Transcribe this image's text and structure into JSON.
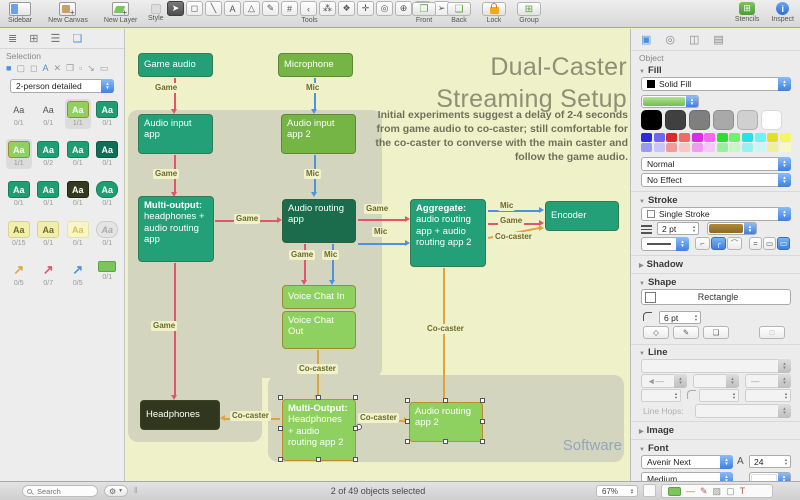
{
  "toolbar": {
    "labels": {
      "sidebar": "Sidebar",
      "new_canvas": "New Canvas",
      "new_layer": "New Layer",
      "style": "Style",
      "tools": "Tools",
      "front": "Front",
      "back": "Back",
      "lock": "Lock",
      "group": "Group",
      "stencils": "Stencils",
      "inspect": "Inspect"
    },
    "tools": [
      {
        "name": "selection-tool",
        "glyph": "➤"
      },
      {
        "name": "shape-tool",
        "glyph": "◻"
      },
      {
        "name": "line-tool",
        "glyph": "╲"
      },
      {
        "name": "text-tool",
        "glyph": "A"
      },
      {
        "name": "pen-tool",
        "glyph": "△"
      },
      {
        "name": "stamp-tool",
        "glyph": "✎"
      },
      {
        "name": "artboard-tool",
        "glyph": "#"
      },
      {
        "name": "outline-tool",
        "glyph": "‹"
      },
      {
        "name": "diagram-tool",
        "glyph": "⁂"
      },
      {
        "name": "style-brush-tool",
        "glyph": "❖"
      },
      {
        "name": "drag-tool",
        "glyph": "✛"
      },
      {
        "name": "magnet-tool",
        "glyph": "◎"
      },
      {
        "name": "zoom-tool",
        "glyph": "⊕"
      },
      {
        "name": "hand-tool",
        "glyph": "✽"
      },
      {
        "name": "browse-tool",
        "glyph": "➢"
      }
    ]
  },
  "sidebar": {
    "tabs": [
      {
        "name": "canvases-tab",
        "glyph": "≣",
        "selected": false
      },
      {
        "name": "layers-tab",
        "glyph": "⊞",
        "selected": false
      },
      {
        "name": "outline-tab",
        "glyph": "☰",
        "selected": false
      },
      {
        "name": "selection-tab",
        "glyph": "❏",
        "selected": true
      }
    ],
    "selection_label": "Selection",
    "filters": [
      {
        "name": "fill-filter",
        "glyph": "■",
        "selected": true
      },
      {
        "name": "stroke-filter",
        "glyph": "▢",
        "selected": false
      },
      {
        "name": "shape-filter",
        "glyph": "◻",
        "selected": false
      },
      {
        "name": "font-filter",
        "glyph": "A",
        "selected": true
      },
      {
        "name": "image-filter",
        "glyph": "✕",
        "selected": false
      },
      {
        "name": "group-filter",
        "glyph": "❐",
        "selected": false
      },
      {
        "name": "pen-filter",
        "glyph": "▫",
        "selected": false
      },
      {
        "name": "line-filter",
        "glyph": "↘",
        "selected": false
      },
      {
        "name": "canvas-filter",
        "glyph": "▭",
        "selected": false
      }
    ],
    "style_filter": "2-person detailed",
    "swatches": [
      {
        "style": "text",
        "label": "Aa",
        "count": "0/1",
        "selected": false
      },
      {
        "style": "text",
        "label": "Aa",
        "count": "0/1",
        "selected": false
      },
      {
        "style": "lightgreen",
        "label": "Aa",
        "count": "1/1",
        "selected": true
      },
      {
        "style": "teal",
        "label": "Aa",
        "count": "0/1",
        "selected": false
      },
      {
        "style": "lightgreen",
        "label": "Aa",
        "count": "1/1",
        "selected": true
      },
      {
        "style": "teal",
        "label": "Aa",
        "count": "0/2",
        "selected": false
      },
      {
        "style": "teal",
        "label": "Aa",
        "count": "0/1",
        "selected": false
      },
      {
        "style": "darkteal",
        "label": "Aa",
        "count": "0/1",
        "selected": false
      },
      {
        "style": "teal",
        "label": "Aa",
        "count": "0/1",
        "selected": false
      },
      {
        "style": "teal",
        "label": "Aa",
        "count": "0/1",
        "selected": false
      },
      {
        "style": "olive",
        "label": "Aa",
        "count": "0/1",
        "selected": false
      },
      {
        "style": "tealround",
        "label": "Aa",
        "count": "0/1",
        "selected": false
      },
      {
        "style": "yellow",
        "label": "Aa",
        "count": "0/15",
        "selected": false
      },
      {
        "style": "yellow",
        "label": "Aa",
        "count": "0/1",
        "selected": false
      },
      {
        "style": "paleyellow",
        "label": "Aa",
        "count": "0/1",
        "selected": false
      },
      {
        "style": "cloud",
        "label": "Aa",
        "count": "0/1",
        "selected": false
      },
      {
        "style": "arrow",
        "color": "#dca73a",
        "label": "↗",
        "count": "0/5",
        "selected": false
      },
      {
        "style": "arrow",
        "color": "#e0566a",
        "label": "↗",
        "count": "0/7",
        "selected": false
      },
      {
        "style": "arrow",
        "color": "#4f92de",
        "label": "↗",
        "count": "0/5",
        "selected": false
      },
      {
        "style": "greenrect",
        "label": "",
        "count": "0/1",
        "selected": false
      }
    ]
  },
  "canvas": {
    "title_line1": "Dual-Caster",
    "title_line2": "Streaming Setup",
    "description": "Initial experiments suggest a delay of 2-4 seconds from game audio to co-caster; still comfortable for the co-caster to converse with the main caster and follow the game audio.",
    "watermark": "Software",
    "nodes": {
      "game_audio": {
        "label": "Game audio"
      },
      "microphone": {
        "label": "Microphone"
      },
      "audio_input_app": {
        "label": "Audio input app"
      },
      "audio_input_app_2": {
        "label": "Audio input app 2"
      },
      "multi_output": {
        "title": "Multi-output:",
        "body": "headphones + audio routing app"
      },
      "audio_routing_app": {
        "label": "Audio routing app"
      },
      "voice_chat_in": {
        "label": "Voice Chat In"
      },
      "voice_chat_out": {
        "label": "Voice Chat Out"
      },
      "aggregate": {
        "title": "Aggregate:",
        "body": "audio routing app + audio routing app 2"
      },
      "encoder": {
        "label": "Encoder"
      },
      "headphones": {
        "label": "Headphones"
      },
      "multi_output_2": {
        "title": "Multi-Output:",
        "body": "Headphones + audio routing app 2"
      },
      "audio_routing_app_2": {
        "label": "Audio routing app 2"
      }
    },
    "edges": [
      {
        "from": "game_audio",
        "to": "audio_input_app",
        "label": "Game",
        "type": "game"
      },
      {
        "from": "microphone",
        "to": "audio_input_app_2",
        "label": "Mic",
        "type": "mic"
      },
      {
        "from": "audio_input_app",
        "to": "multi_output",
        "label": "Game",
        "type": "game"
      },
      {
        "from": "audio_input_app_2",
        "to": "audio_routing_app",
        "label": "Mic",
        "type": "mic"
      },
      {
        "from": "multi_output",
        "to": "audio_routing_app",
        "label": "Game",
        "type": "game"
      },
      {
        "from": "audio_routing_app",
        "to": "aggregate",
        "label": "Game",
        "type": "game"
      },
      {
        "from": "audio_routing_app",
        "to": "aggregate",
        "label": "Mic",
        "type": "mic"
      },
      {
        "from": "audio_routing_app",
        "to": "voice_chat_in",
        "label": "Game",
        "type": "game"
      },
      {
        "from": "audio_routing_app",
        "to": "voice_chat_in",
        "label": "Mic",
        "type": "mic"
      },
      {
        "from": "aggregate",
        "to": "encoder",
        "label": "Mic",
        "type": "mic"
      },
      {
        "from": "aggregate",
        "to": "encoder",
        "label": "Game",
        "type": "game"
      },
      {
        "from": "aggregate",
        "to": "encoder",
        "label": "Co-caster",
        "type": "co_caster"
      },
      {
        "from": "multi_output",
        "to": "headphones",
        "label": "Game",
        "type": "game"
      },
      {
        "from": "voice_chat_out",
        "to": "multi_output_2",
        "label": "Co-caster",
        "type": "co_caster"
      },
      {
        "from": "audio_routing_app_2",
        "to": "aggregate",
        "label": "Co-caster",
        "type": "co_caster"
      },
      {
        "from": "multi_output_2",
        "to": "headphones",
        "label": "Co-caster",
        "type": "co_caster"
      },
      {
        "from": "multi_output_2",
        "to": "audio_routing_app_2",
        "label": "Co-caster",
        "type": "co_caster"
      }
    ],
    "edge_colors": {
      "game": "#e0566a",
      "mic": "#4f92de",
      "co_caster": "#dfa43e"
    }
  },
  "inspector": {
    "tabs": [
      {
        "name": "object-inspector-tab",
        "glyph": "▣",
        "selected": true
      },
      {
        "name": "type-inspector-tab",
        "glyph": "◎",
        "selected": false
      },
      {
        "name": "canvas-inspector-tab",
        "glyph": "◫",
        "selected": false
      },
      {
        "name": "document-inspector-tab",
        "glyph": "▤",
        "selected": false
      }
    ],
    "object_label": "Object",
    "fill": {
      "header": "Fill",
      "type": "Solid Fill",
      "blend_mode": "Normal",
      "effect": "No Effect"
    },
    "palette_large": [
      "#000000",
      "#404040",
      "#7f7f7f",
      "#a9a9a9",
      "#d0d0d0",
      "#ffffff"
    ],
    "palette_small_top": [
      "#2a2ae0",
      "#6a6af5",
      "#e02a2a",
      "#f06a6a",
      "#e02ae0",
      "#f06af0",
      "#2ae02a",
      "#6af56a",
      "#2ae0e0",
      "#6af5f5",
      "#e0e02a",
      "#f5f56a"
    ],
    "palette_small_bottom": [
      "#9a9af0",
      "#c6c6f8",
      "#f09a9a",
      "#f8c6c6",
      "#f09af0",
      "#f8c6f8",
      "#9af09a",
      "#c6f8c6",
      "#9af0f0",
      "#c6f8f8",
      "#f0f09a",
      "#f8f8c6"
    ],
    "stroke": {
      "header": "Stroke",
      "type": "Single Stroke",
      "width": "2 pt"
    },
    "shadow": {
      "header": "Shadow"
    },
    "shape": {
      "header": "Shape",
      "type": "Rectangle",
      "corner_radius": "6 pt"
    },
    "line": {
      "header": "Line",
      "hops_label": "Line Hops:"
    },
    "image": {
      "header": "Image"
    },
    "font": {
      "header": "Font",
      "family": "Avenir Next",
      "size": "24",
      "weight": "Medium"
    }
  },
  "statusbar": {
    "search_placeholder": "Search",
    "selection_status": "2 of 49 objects selected",
    "zoom": "67%",
    "tray": [
      {
        "name": "fill-style-chip",
        "glyph": "",
        "color": "#7cc45c"
      },
      {
        "name": "stroke-style-chip",
        "glyph": "—",
        "color": "#9c8b33"
      },
      {
        "name": "pen-style-chip",
        "glyph": "✎",
        "color": "#c0564f"
      },
      {
        "name": "image-style-chip",
        "glyph": "▨",
        "color": "#8a8a8a"
      },
      {
        "name": "shape-style-chip",
        "glyph": "▢",
        "color": "#8a8a8a"
      },
      {
        "name": "text-style-chip",
        "glyph": "T",
        "color": "#c0564f"
      }
    ]
  }
}
